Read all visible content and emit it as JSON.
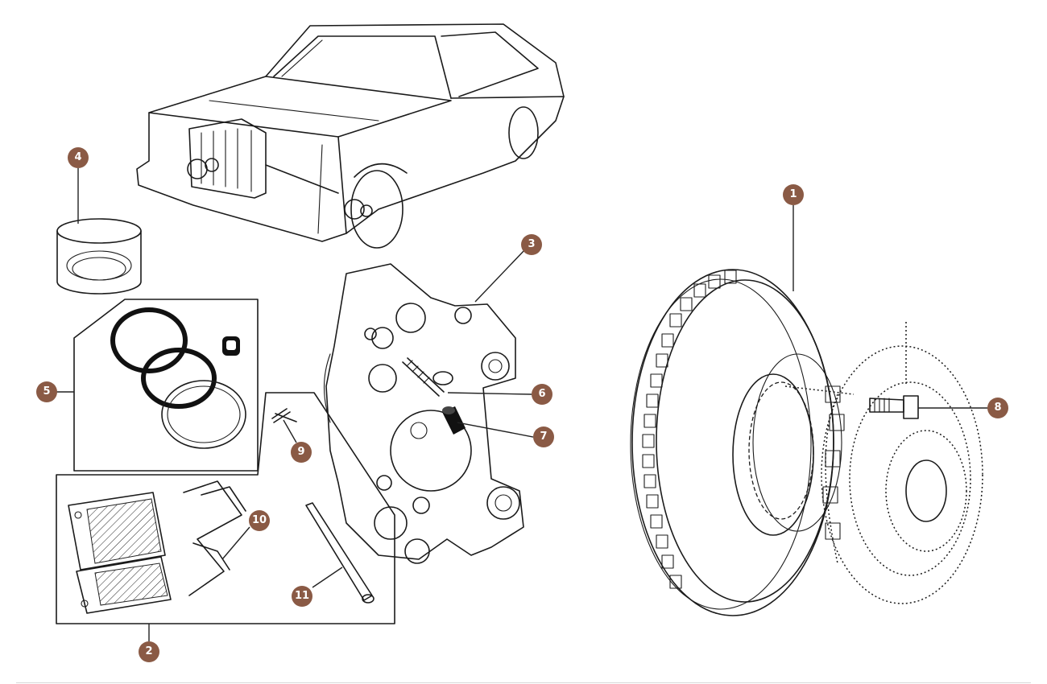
{
  "callout_color": "#8a5a45",
  "callouts": {
    "c1": "1",
    "c2": "2",
    "c3": "3",
    "c4": "4",
    "c5": "5",
    "c6": "6",
    "c7": "7",
    "c8": "8",
    "c9": "9",
    "c10": "10",
    "c11": "11"
  }
}
